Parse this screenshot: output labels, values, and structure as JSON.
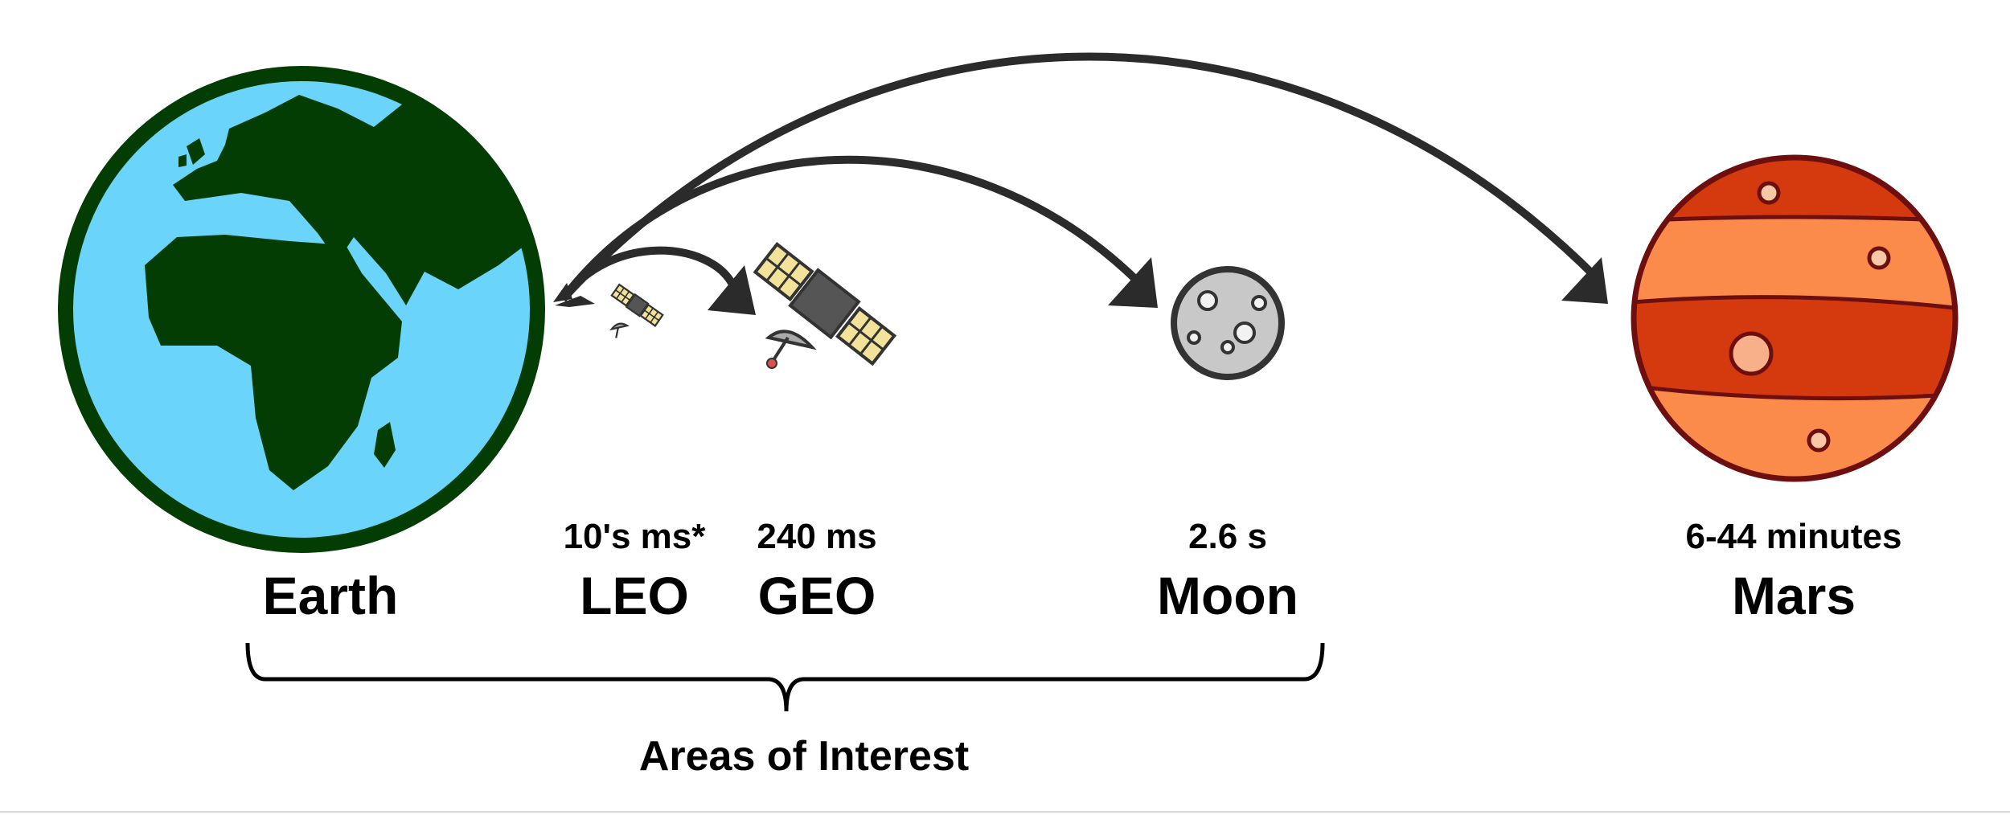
{
  "bodies": [
    {
      "id": "earth",
      "name": "Earth",
      "latency": ""
    },
    {
      "id": "leo",
      "name": "LEO",
      "latency": "10's ms*"
    },
    {
      "id": "geo",
      "name": "GEO",
      "latency": "240 ms"
    },
    {
      "id": "moon",
      "name": "Moon",
      "latency": "2.6 s"
    },
    {
      "id": "mars",
      "name": "Mars",
      "latency": "6-44 minutes"
    }
  ],
  "group_label": "Areas of Interest",
  "colors": {
    "earth_ocean": "#6ad4fb",
    "earth_land": "#033d03",
    "mars_dark": "#d43a0e",
    "mars_light": "#fb8b4b",
    "mars_outline": "#6e0f0f",
    "moon_fill": "#c8c8c8",
    "arrow": "#2b2b2b",
    "panel": "#f3e39a"
  }
}
